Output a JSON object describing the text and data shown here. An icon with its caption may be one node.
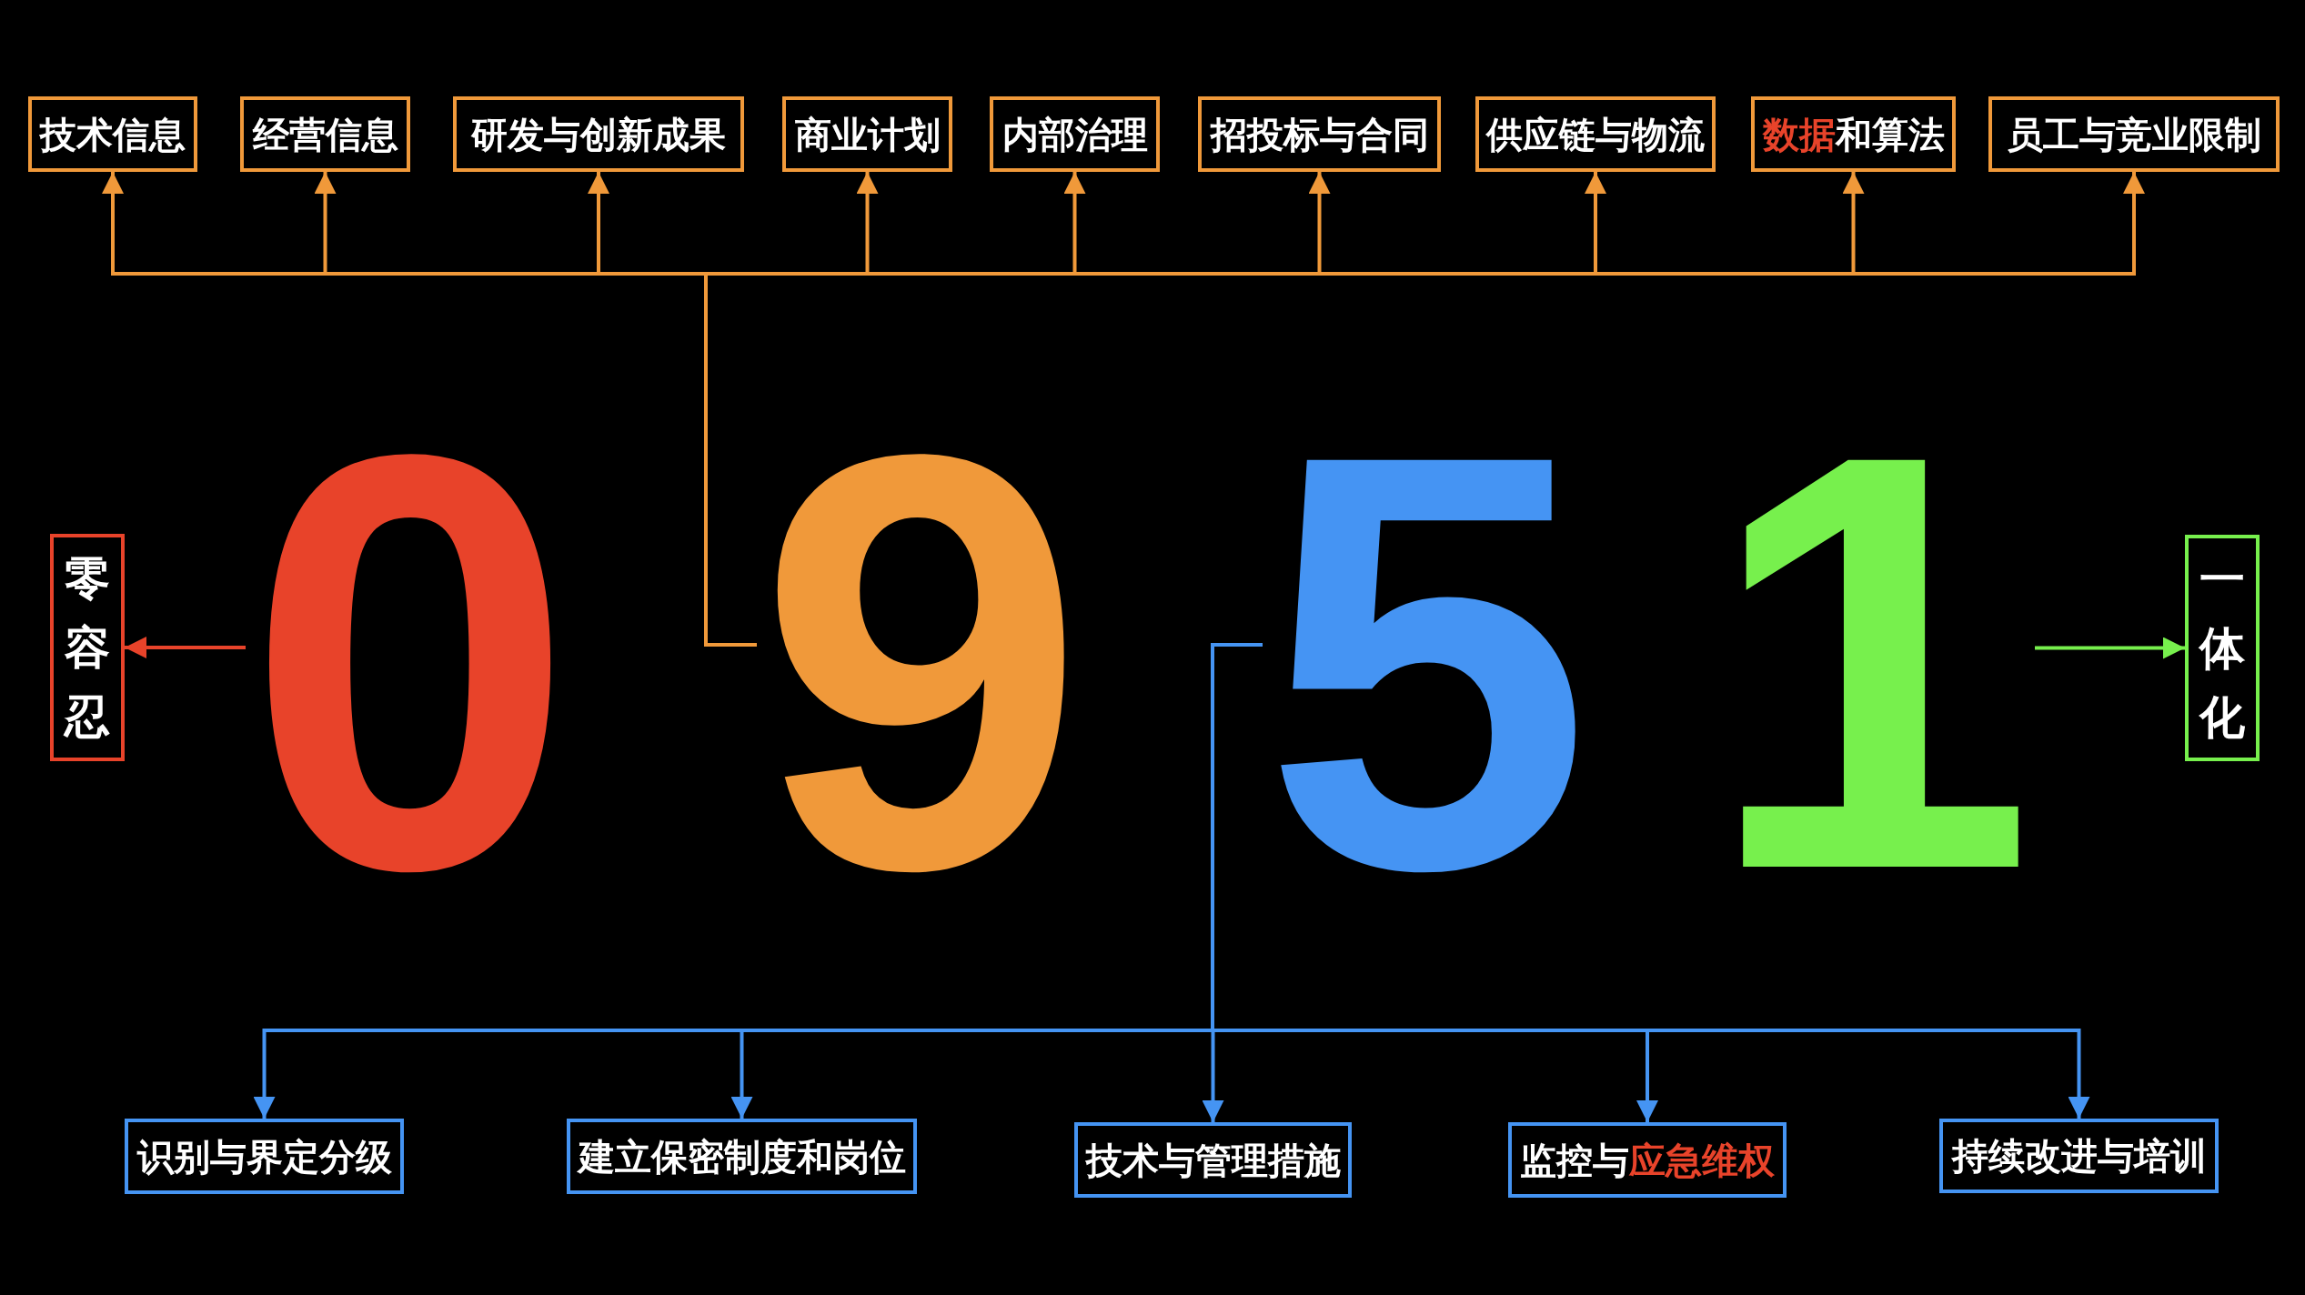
{
  "diagram": {
    "nodes": [
      {
        "text": [
          "技术信息"
        ]
      },
      {
        "text": [
          "经营信息"
        ]
      },
      {
        "text": [
          "研发与创新成果"
        ]
      },
      {
        "text": [
          "商业计划"
        ]
      },
      {
        "text": [
          "内部治理"
        ]
      },
      {
        "text": [
          "招投标与合同"
        ]
      },
      {
        "text": [
          "供应链与物流"
        ]
      },
      {
        "text": [
          "**数据**和算法"
        ]
      },
      {
        "text": [
          "员工与竞业限制"
        ]
      },
      {
        "text": [
          "零容忍"
        ]
      },
      {
        "text": [
          "0"
        ]
      },
      {
        "text": [
          "9"
        ]
      },
      {
        "text": [
          "5"
        ]
      },
      {
        "text": [
          "1"
        ]
      },
      {
        "text": [
          "一体化"
        ]
      },
      {
        "text": [
          "识别与界定分级"
        ]
      },
      {
        "text": [
          "建立保密制度和岗位"
        ]
      },
      {
        "text": [
          "技术与管理措施"
        ]
      },
      {
        "text": [
          "监控与**应急维权**"
        ]
      },
      {
        "text": [
          "持续改进与培训"
        ]
      }
    ],
    "edges": [
      {
        "from": 11,
        "to": 0,
        "arrow": "to"
      },
      {
        "from": 11,
        "to": 1,
        "arrow": "to"
      },
      {
        "from": 11,
        "to": 2,
        "arrow": "to"
      },
      {
        "from": 11,
        "to": 3,
        "arrow": "to"
      },
      {
        "from": 11,
        "to": 4,
        "arrow": "to"
      },
      {
        "from": 11,
        "to": 5,
        "arrow": "to"
      },
      {
        "from": 11,
        "to": 6,
        "arrow": "to"
      },
      {
        "from": 11,
        "to": 7,
        "arrow": "to"
      },
      {
        "from": 11,
        "to": 8,
        "arrow": "to"
      },
      {
        "from": 10,
        "to": 9,
        "arrow": "to",
        "color": "#e8432a"
      },
      {
        "from": 13,
        "to": 14,
        "arrow": "to",
        "color": "#77f04d"
      },
      {
        "from": 12,
        "to": 15,
        "arrow": "to",
        "color": "#4594f3"
      },
      {
        "from": 12,
        "to": 16,
        "arrow": "to",
        "color": "#4594f3"
      },
      {
        "from": 12,
        "to": 17,
        "arrow": "to",
        "color": "#4594f3"
      },
      {
        "from": 12,
        "to": 18,
        "arrow": "to",
        "color": "#4594f3"
      },
      {
        "from": 12,
        "to": 19,
        "arrow": "to",
        "color": "#4594f3"
      }
    ]
  }
}
